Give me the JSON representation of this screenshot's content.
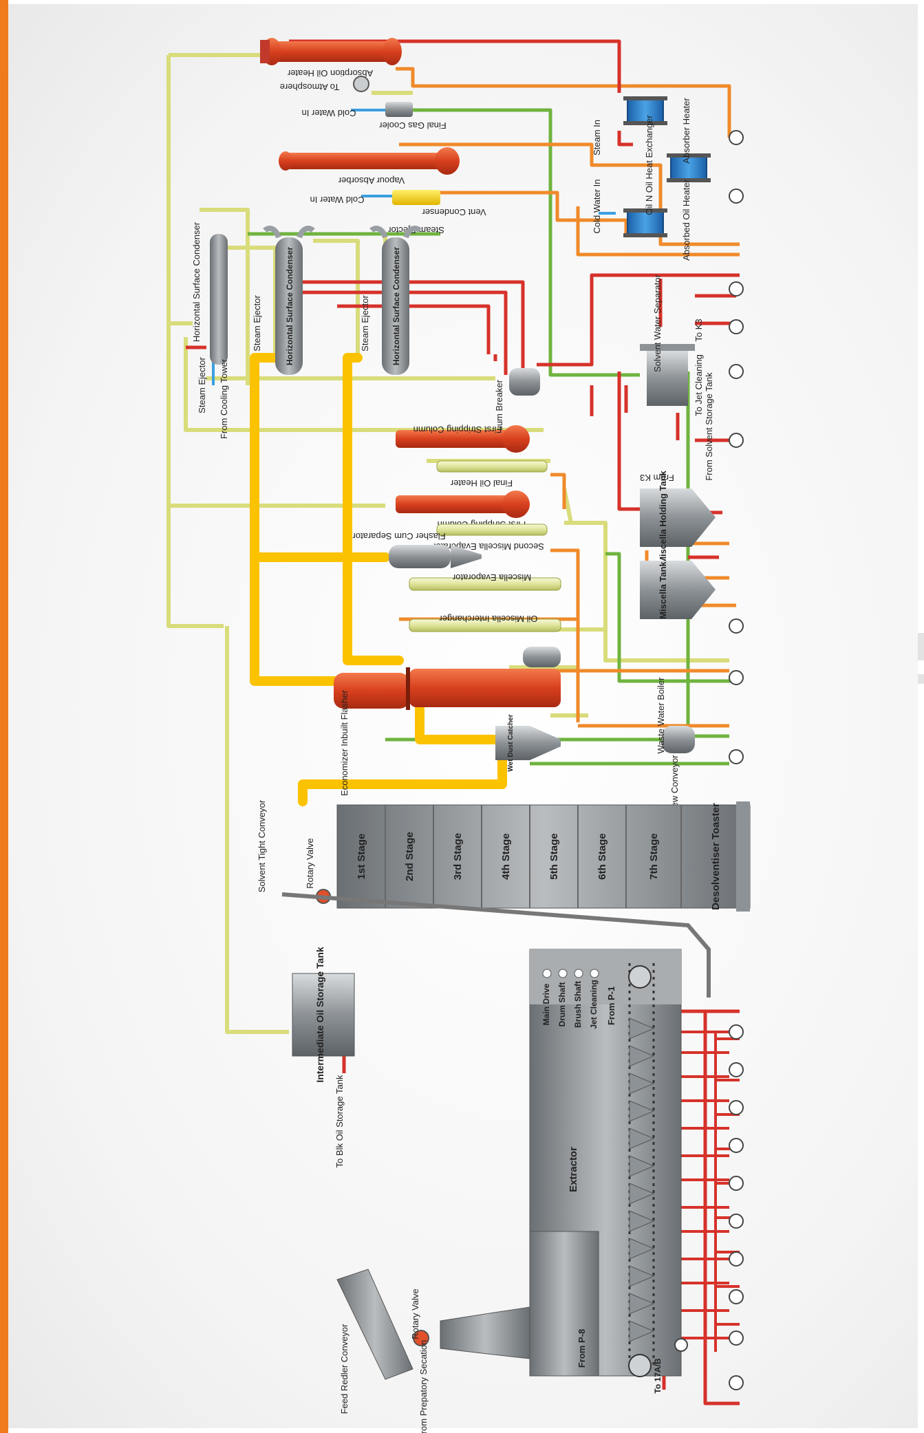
{
  "colors": {
    "orange_pipe": "#f08a2a",
    "red_pipe": "#d6322a",
    "yellow_pipe": "#fbc200",
    "pale_yellow_pipe": "#d9dc7a",
    "green_pipe": "#6fb33f",
    "blue_pipe": "#3b9fe0",
    "vessel_red": "#e0502a",
    "vessel_grey": "#9a9fa4",
    "vessel_yellowgreen": "#e8ecb0"
  },
  "equipment": {
    "absorption_oil_heater": "Absorption Oil Heater",
    "to_atmosphere": "To Atmosphere",
    "cold_water_in_1": "Cold Water In",
    "final_gas_cooler": "Final Gas Cooler",
    "vapour_absorber": "Vapour Absorber",
    "cold_water_in_2": "Cold Water In",
    "vent_condenser": "Vent Condenser",
    "steam_ejector_top": "Steam Ejector",
    "steam_in": "Steam In",
    "absorber_heater": "Absorber Heater",
    "oil_n_oil_heat_exchanger": "Oil N Oil Heat Exchanger",
    "cold_water_in_3": "Cold Water In",
    "absorbed_oil_heater": "Absorbed Oil Heater",
    "horizontal_surface_condenser_1": "Horizontal Surface Condenser",
    "horizontal_surface_condenser_2": "Horizontal Surface Condenser",
    "horizontal_surface_condenser_3": "Horizontal Surface Condenser",
    "steam_ejector_1": "Steam Ejector",
    "steam_ejector_2": "Steam Ejector",
    "steam_ejector_3": "Steam Ejector",
    "from_cooling_tower": "From Cooling Tower",
    "vacuum_breaker": "Vacuum Breaker",
    "solvent_water_separator": "Solvent Water Separator",
    "to_k3": "To K3",
    "to_jet_cleaning": "To Jet Cleaning",
    "from_solvent_storage_tank": "From Solvent Storage Tank",
    "first_stripping_column_1": "First Stripping Column",
    "final_oil_heater": "Final Oil Heater",
    "first_stripping_column_2": "First Stripping Column",
    "from_k3": "From K3",
    "flasher_cum_separator": "Flasher Cum Separator",
    "second_miscella_evaporator": "Second Miscella Evaporator",
    "miscella_holding_tank": "Miscella Holding Tank",
    "miscella_evaporator": "Miscella Evaporator",
    "miscella_tank": "Miscella Tank",
    "oil_miscella_interchanger": "Oil Miscella Interchanger",
    "economizer_inbuilt_flasher": "Economizer Inbuilt Flasher",
    "wet_dust_catcher": "Wet Dust Catcher",
    "waste_water_boiler": "Waste Water Boiler",
    "plug_screw_conveyor": "Plug Screw Conveyor",
    "solvent_tight_conveyor": "Solvent Tight Conveyor",
    "rotary_valve_1": "Rotary Valve",
    "desolventiser_toaster": "Desolventiser Toaster",
    "stages": [
      "1st Stage",
      "2nd Stage",
      "3rd Stage",
      "4th Stage",
      "5th Stage",
      "6th Stage",
      "7th Stage"
    ],
    "intermediate_oil_storage_tank": "Intermediate Oil Storage Tank",
    "to_bulk_oil_storage_tank": "To Blk Oil Storage Tank",
    "extractor": "Extractor",
    "main_drive": "Main Drive",
    "drum_shaft": "Drum Shaft",
    "brush_shaft": "Brush Shaft",
    "jet_cleaning": "Jet Cleaning",
    "from_p1": "From P-1",
    "from_p8": "From P-8",
    "to_17ab": "To 17A/B",
    "feed_redler_conveyor": "Feed Redler Conveyor",
    "rotary_valve_2": "Rotary Valve",
    "from_preparatory_section": "From Prepatory Secation"
  }
}
